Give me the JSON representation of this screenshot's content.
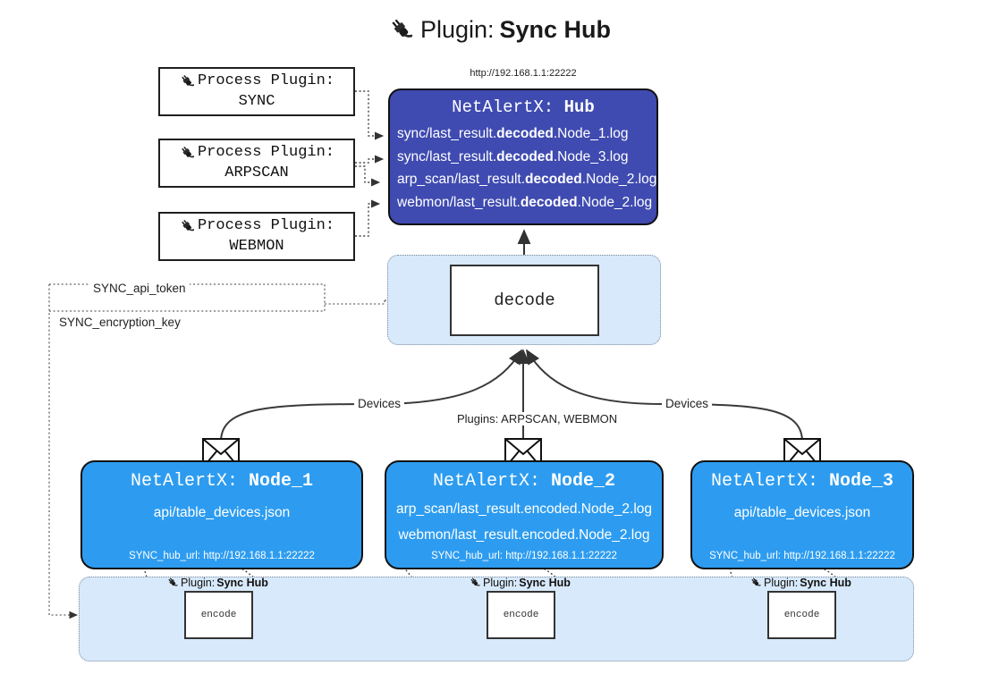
{
  "title": {
    "icon": "plug-icon",
    "prefix": "Plugin:",
    "name": "Sync Hub"
  },
  "hub": {
    "url": "http://192.168.1.1:22222",
    "title_prefix": "NetAlertX:",
    "title_name": "Hub",
    "logs": [
      {
        "pre": "sync/last_result.",
        "em": "decoded",
        "post": ".Node_1.log"
      },
      {
        "pre": "sync/last_result.",
        "em": "decoded",
        "post": ".Node_3.log"
      },
      {
        "pre": "arp_scan/last_result.",
        "em": "decoded",
        "post": ".Node_2.log"
      },
      {
        "pre": "webmon/last_result.",
        "em": "decoded",
        "post": ".Node_2.log"
      }
    ]
  },
  "process_plugins": [
    {
      "icon": "plug-icon",
      "label": "Process Plugin:",
      "name": "SYNC"
    },
    {
      "icon": "plug-icon",
      "label": "Process Plugin:",
      "name": "ARPSCAN"
    },
    {
      "icon": "plug-icon",
      "label": "Process Plugin:",
      "name": "WEBMON"
    }
  ],
  "decode": {
    "label": "decode"
  },
  "secrets": [
    {
      "label": "SYNC_api_token"
    },
    {
      "label": "SYNC_encryption_key"
    }
  ],
  "edge_labels": {
    "devices_left": "Devices",
    "devices_right": "Devices",
    "plugins_center": "Plugins: ARPSCAN, WEBMON"
  },
  "nodes": [
    {
      "title_prefix": "NetAlertX:",
      "title_name": "Node_1",
      "lines": [
        "api/table_devices.json"
      ],
      "url_key": "SYNC_hub_url:",
      "url_value": "http://192.168.1.1:22222",
      "icon": "envelope-icon"
    },
    {
      "title_prefix": "NetAlertX:",
      "title_name": "Node_2",
      "lines": [
        "arp_scan/last_result.encoded.Node_2.log",
        "webmon/last_result.encoded.Node_2.log"
      ],
      "url_key": "SYNC_hub_url:",
      "url_value": "http://192.168.1.1:22222",
      "icon": "envelope-icon"
    },
    {
      "title_prefix": "NetAlertX:",
      "title_name": "Node_3",
      "lines": [
        "api/table_devices.json"
      ],
      "url_key": "SYNC_hub_url:",
      "url_value": "http://192.168.1.1:22222",
      "icon": "envelope-icon"
    }
  ],
  "encoders": [
    {
      "plugin_prefix": "Plugin:",
      "plugin_name": "Sync Hub",
      "label": "encode",
      "icon": "plug-icon"
    },
    {
      "plugin_prefix": "Plugin:",
      "plugin_name": "Sync Hub",
      "label": "encode",
      "icon": "plug-icon"
    },
    {
      "plugin_prefix": "Plugin:",
      "plugin_name": "Sync Hub",
      "label": "encode",
      "icon": "plug-icon"
    }
  ],
  "colors": {
    "hub_fill": "#3f4bb0",
    "node_fill": "#2d9cf0",
    "cluster_fill": "#d7e9fa",
    "stroke": "#111111"
  }
}
